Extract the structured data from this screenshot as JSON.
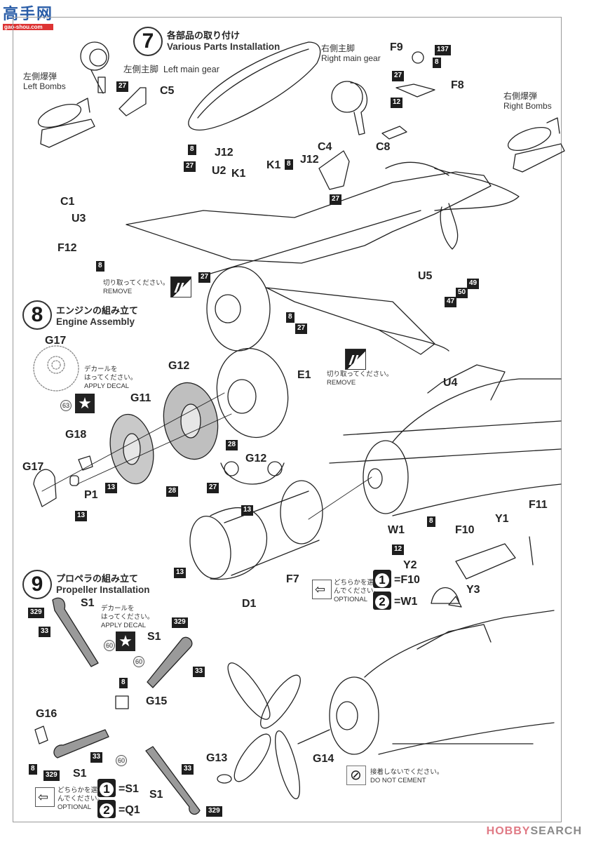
{
  "watermarks": {
    "top_left_logo": "高手网",
    "top_left_sub": "gao-shou.com",
    "bottom_right_brand": "HOBBY",
    "bottom_right_suffix": "SEARCH"
  },
  "steps": [
    {
      "number": "7",
      "title_jp": "各部品の取り付け",
      "title_en": "Various Parts Installation"
    },
    {
      "number": "8",
      "title_jp": "エンジンの組み立て",
      "title_en": "Engine Assembly"
    },
    {
      "number": "9",
      "title_jp": "プロペラの組み立て",
      "title_en": "Propeller Installation"
    }
  ],
  "callouts": {
    "left_main_gear_jp": "左側主脚",
    "left_main_gear_en": "Left main gear",
    "right_main_gear_jp": "右側主脚",
    "right_main_gear_en": "Right main gear",
    "left_bombs_jp": "左側爆弾",
    "left_bombs_en": "Left Bombs",
    "right_bombs_jp": "右側爆弾",
    "right_bombs_en": "Right Bombs"
  },
  "part_labels": {
    "C5": "C5",
    "C4": "C4",
    "C8": "C8",
    "C1": "C1",
    "F8": "F8",
    "F9": "F9",
    "F12": "F12",
    "F10": "F10",
    "F11": "F11",
    "F7": "F7",
    "J12a": "J12",
    "J12b": "J12",
    "U2": "U2",
    "U3": "U3",
    "U4": "U4",
    "U5": "U5",
    "K1a": "K1",
    "K1b": "K1",
    "E1": "E1",
    "D1": "D1",
    "G17a": "G17",
    "G17b": "G17",
    "G18": "G18",
    "G11": "G11",
    "G12a": "G12",
    "G12b": "G12",
    "P1": "P1",
    "G13": "G13",
    "G14": "G14",
    "G15": "G15",
    "G16": "G16",
    "S1a": "S1",
    "S1b": "S1",
    "S1c": "S1",
    "S1d": "S1",
    "W1": "W1",
    "Y1": "Y1",
    "Y2": "Y2",
    "Y3": "Y3"
  },
  "paint_codes": {
    "p137": "137",
    "p8_f9": "8",
    "p27_f8": "27",
    "p12_f8": "12",
    "p27_c5": "27",
    "p8_j12": "8",
    "p27_j12": "27",
    "p8_k1": "8",
    "p27_c4": "27",
    "p8_f12": "8",
    "p27_wing": "27",
    "p8_fus": "8",
    "p27_fus": "27",
    "p49": "49",
    "p50": "50",
    "p47": "47",
    "p63": "63",
    "p13_g18": "13",
    "p13_g17": "13",
    "p28_g11": "28",
    "p28_g12": "28",
    "p27_g12": "27",
    "p13_f7": "13",
    "p13_d1": "13",
    "p8_w1": "8",
    "p12_w1": "12",
    "p329a": "329",
    "p33a": "33",
    "p60a": "60",
    "p329b": "329",
    "p33b": "33",
    "p60b": "60",
    "p8_g15": "8",
    "p8_g16": "8",
    "p329c": "329",
    "p33c": "33",
    "p60c": "60",
    "p33d": "33",
    "p329d": "329"
  },
  "notes": {
    "remove_jp": "切り取ってください。",
    "remove_en": "REMOVE",
    "decal_jp_1": "デカールを",
    "decal_jp_2": "はってください。",
    "decal_en": "APPLY DECAL",
    "optional_jp_1": "どちらかを選",
    "optional_jp_2": "んでください。",
    "optional_en": "OPTIONAL",
    "do_not_cement_jp": "接着しないでください。",
    "do_not_cement_en": "DO NOT CEMENT"
  },
  "options": {
    "canopy": [
      {
        "num": "1",
        "value": "=F10"
      },
      {
        "num": "2",
        "value": "=W1"
      }
    ],
    "propeller": [
      {
        "num": "1",
        "value": "=S1"
      },
      {
        "num": "2",
        "value": "=Q1"
      }
    ]
  },
  "icons": {
    "decal_star": "★",
    "optional_arrow": "⇦",
    "do_not_cement": "⊘"
  }
}
